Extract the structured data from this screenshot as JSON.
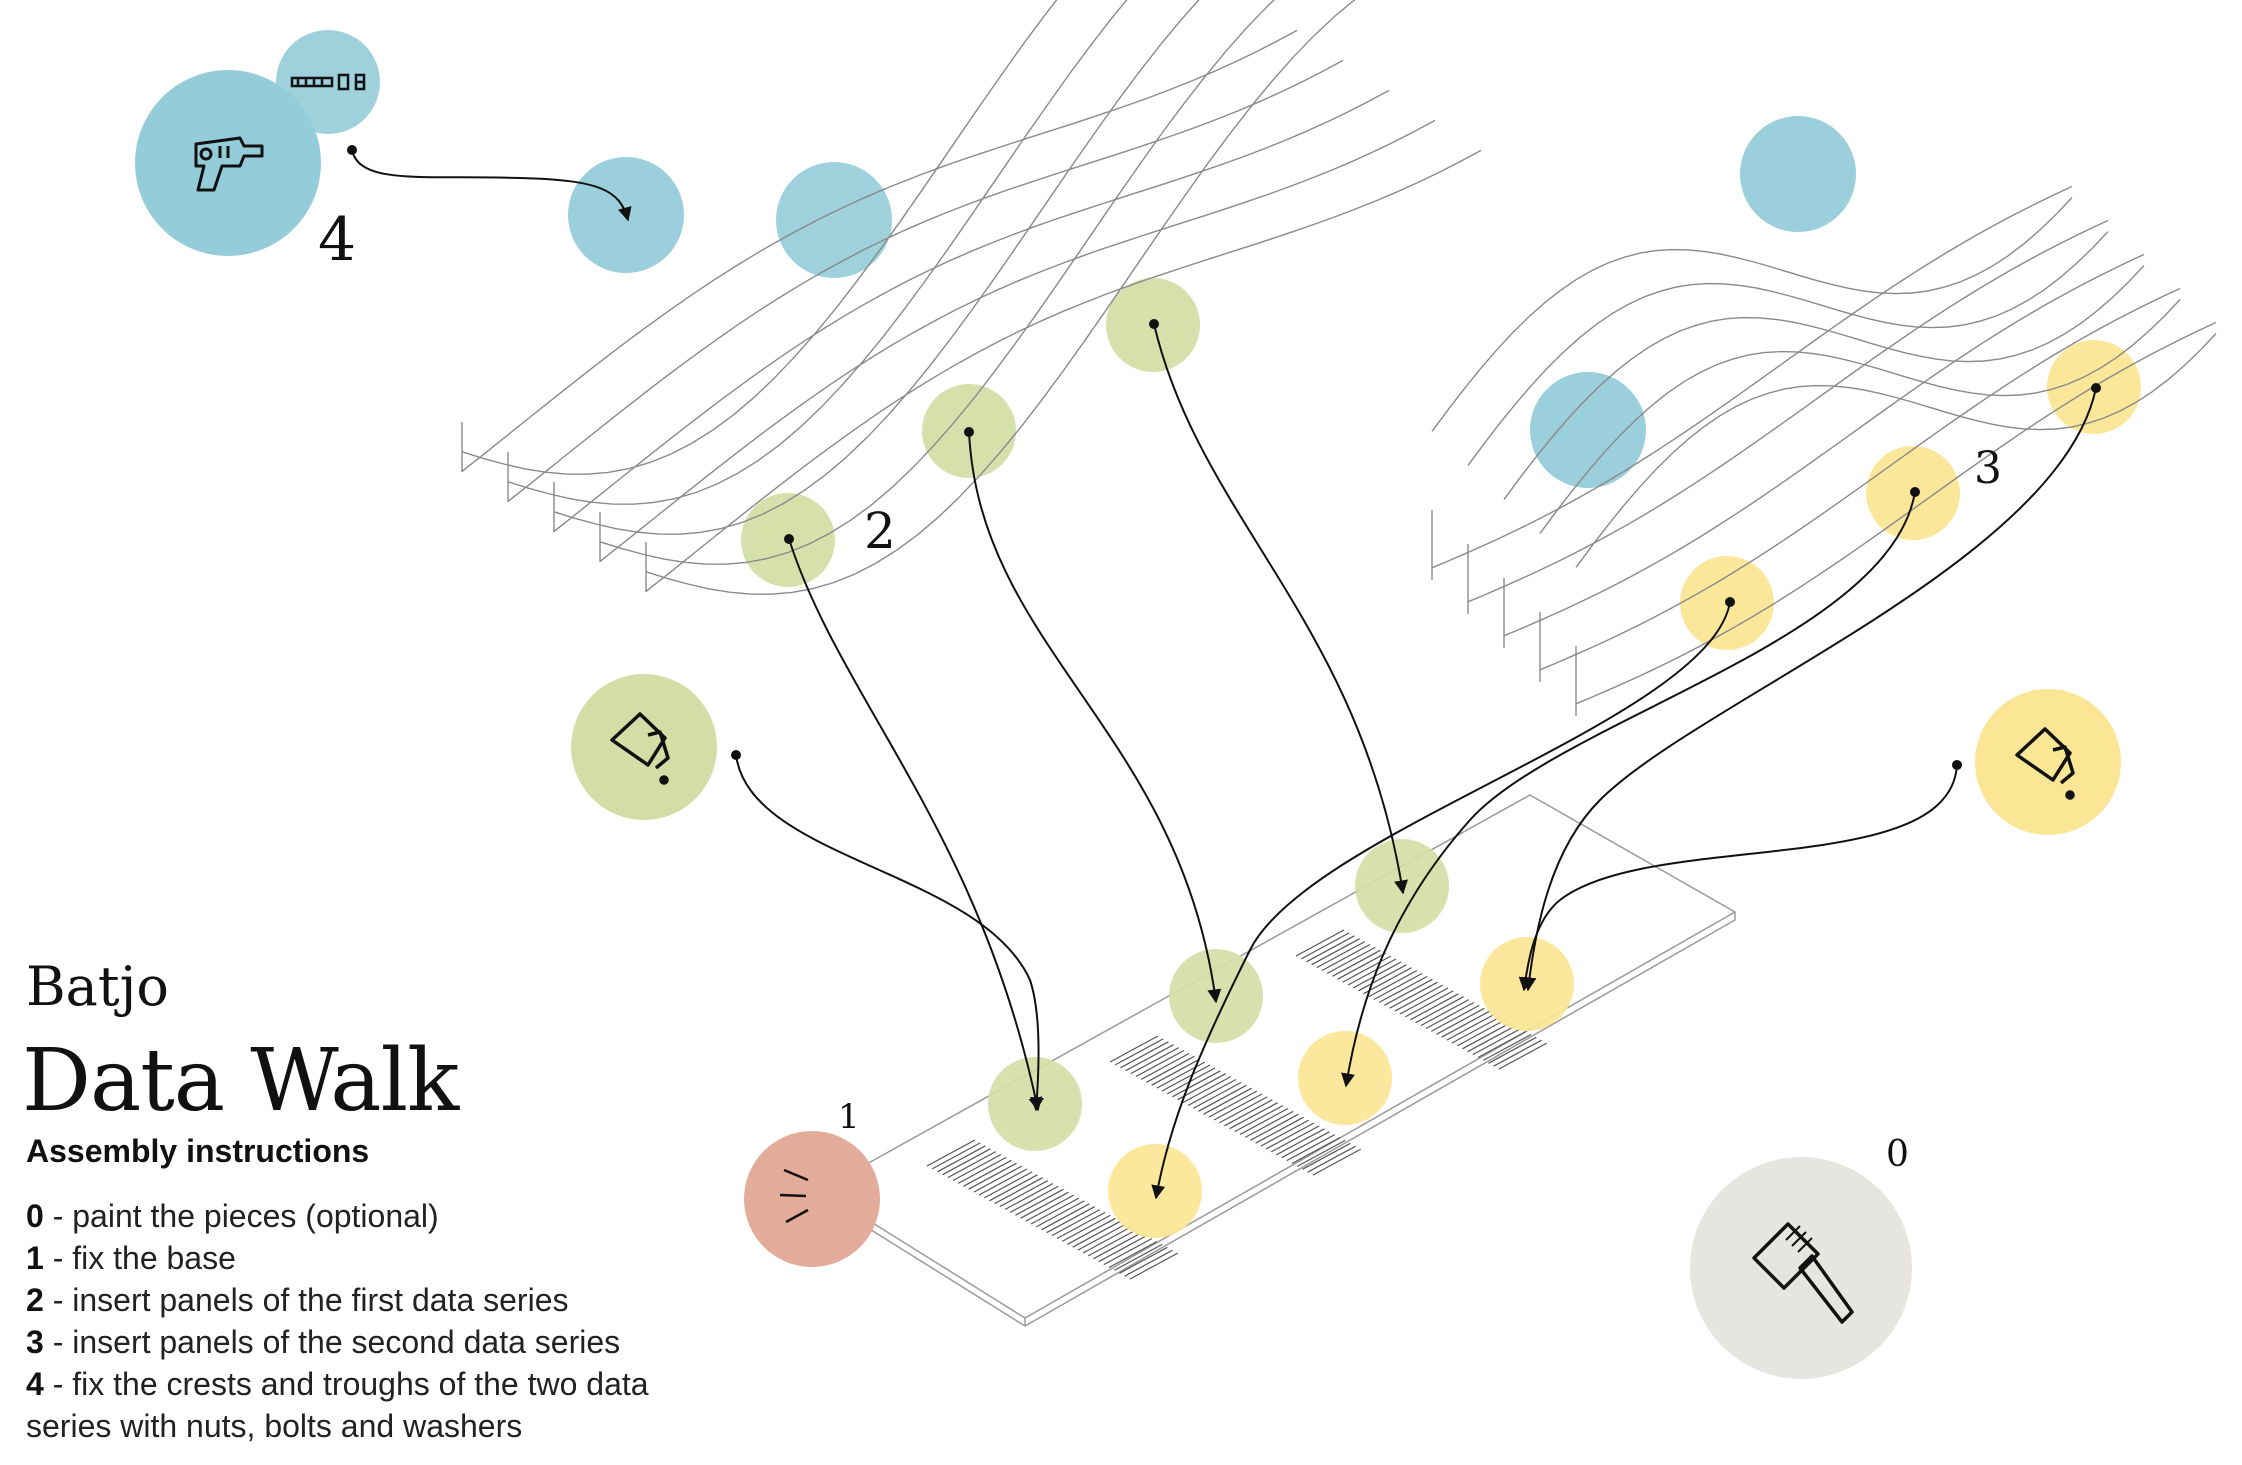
{
  "brand": "Batjo",
  "title": "Data Walk",
  "subtitle": "Assembly instructions",
  "steps": [
    {
      "num": "0",
      "text": " - paint the pieces (optional)"
    },
    {
      "num": "1",
      "text": " - fix the base"
    },
    {
      "num": "2",
      "text": " - insert panels of the first data series"
    },
    {
      "num": "3",
      "text": " - insert panels of the second data series"
    },
    {
      "num": "4",
      "text": " - fix the crests and troughs of the two data"
    },
    {
      "num": "",
      "text": "series with nuts, bolts and washers"
    }
  ],
  "step_numbers": {
    "s0": "0",
    "s1": "1",
    "s2": "2",
    "s3": "3",
    "s4": "4"
  },
  "colors": {
    "blue": "#95ccd9",
    "green": "#d3dea7",
    "yellow": "#fbe695",
    "red": "#e3ab99",
    "grey": "#e7e5df",
    "line": "#8a8a8a"
  },
  "icons": [
    "drill-icon",
    "bolt-nut-washer-icon",
    "glue-bottle-icon",
    "paintbrush-icon",
    "screw-fix-icon"
  ]
}
